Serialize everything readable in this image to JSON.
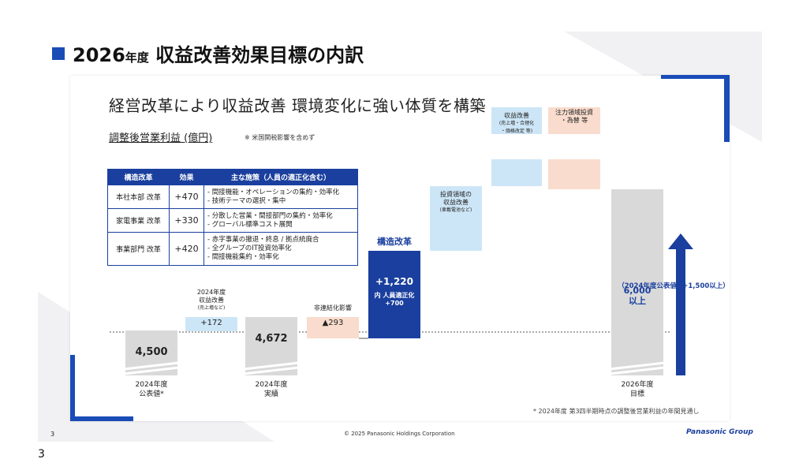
{
  "title": {
    "year": "2026",
    "nendo": "年度",
    "rest": " 収益改善効果目標の内訳"
  },
  "headline": "経営改革により収益改善 環境変化に強い体質を構築",
  "subhead": "調整後営業利益 (億円)",
  "subnote": "※ 米国関税影響を含めず",
  "table": {
    "headers": [
      "構造改革",
      "効果",
      "主な施策（人員の適正化含む）"
    ],
    "rows": [
      {
        "name": "本社本部 改革",
        "effect": "+470",
        "items": [
          "- 間接機能・オペレーションの集約・効率化",
          "- 技術テーマの選択・集中"
        ]
      },
      {
        "name": "家電事業 改革",
        "effect": "+330",
        "items": [
          "- 分散した営業・間接部門の集約・効率化",
          "- グローバル標準コスト展開"
        ]
      },
      {
        "name": "事業部門 改革",
        "effect": "+420",
        "items": [
          "- 赤字事業の撤退・終息 / 拠点統廃合",
          "- 全グループのIT投資効率化",
          "- 間接機能集約・効率化"
        ]
      }
    ]
  },
  "chart_data": {
    "type": "bar",
    "subtype": "waterfall",
    "unit": "億円",
    "bars": [
      {
        "kind": "total",
        "value": 4500,
        "label": "4,500",
        "xlabel": [
          "2024年度",
          "公表値*"
        ],
        "color": "#d9d9d9"
      },
      {
        "kind": "delta",
        "value": 172,
        "label": "+172",
        "top_label": [
          "2024年度",
          "収益改善",
          "(売上増など)"
        ],
        "color": "#cde6f7"
      },
      {
        "kind": "total",
        "value": 4672,
        "label": "4,672",
        "xlabel": [
          "2024年度",
          "実績"
        ],
        "color": "#d9d9d9"
      },
      {
        "kind": "delta",
        "value": -293,
        "label": "▲293",
        "top_label": [
          "非連結化影響"
        ],
        "color": "#f9dccd"
      },
      {
        "kind": "delta",
        "value": 1220,
        "label": "+1,220",
        "sub_label": [
          "内 人員適正化",
          "+700"
        ],
        "top_label": [
          "構造改革"
        ],
        "color": "#1a3f9e"
      },
      {
        "kind": "delta",
        "label": "",
        "top_label": [
          "投資領域の",
          "収益改善",
          "(車載電池など)"
        ],
        "color": "#cde6f7"
      },
      {
        "kind": "delta",
        "label": "",
        "top_label": [
          "収益改善",
          "(売上増・合理化",
          "・価格改定 等)"
        ],
        "color": "#cde6f7"
      },
      {
        "kind": "delta",
        "label": "",
        "top_label": [
          "注力領域投資",
          "・為替 等"
        ],
        "color": "#f9dccd"
      },
      {
        "kind": "total",
        "value": 6000,
        "label": [
          "6,000",
          "以上"
        ],
        "xlabel": [
          "2026年度",
          "目標"
        ],
        "color": "#d9d9d9"
      }
    ],
    "arrow_note": "（2024年度公表値* +1,500以上）"
  },
  "footnote": "* 2024年度 第3四半期時点の調整後営業利益の年間見通し",
  "footer": {
    "page": "3",
    "copyright": "© 2025 Panasonic Holdings Corporation",
    "brand": "Panasonic Group"
  },
  "page_number": "3",
  "colors": {
    "accent": "#1a4cb8",
    "navy": "#1a3f9e",
    "gray_bar": "#d9d9d9",
    "light_blue": "#cde6f7",
    "light_orange": "#f9dccd"
  }
}
